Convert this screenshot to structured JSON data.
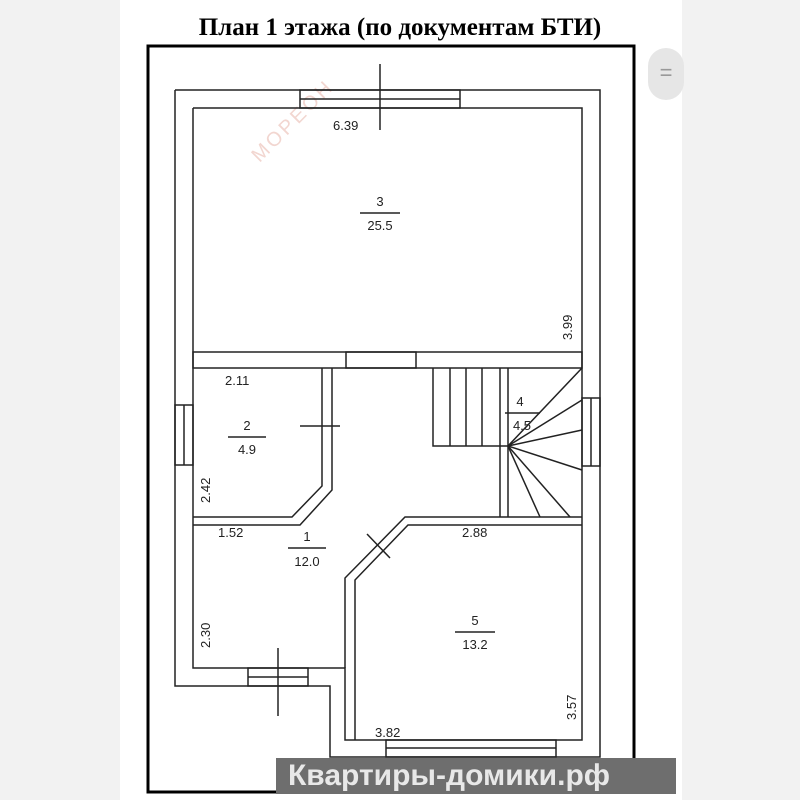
{
  "title": "План 1 этажа (по документам БТИ)",
  "watermark": "МОРЕОН",
  "banner": "Квартиры-домики.рф",
  "menu_icon": "equals-icon",
  "rooms": [
    {
      "number": "3",
      "area": "25.5"
    },
    {
      "number": "2",
      "area": "4.9"
    },
    {
      "number": "4",
      "area": "4.5"
    },
    {
      "number": "1",
      "area": "12.0"
    },
    {
      "number": "5",
      "area": "13.2"
    }
  ],
  "dimensions": [
    "6.39",
    "3.99",
    "2.11",
    "2.42",
    "1.52",
    "2.88",
    "2.30",
    "3.57",
    "3.82"
  ]
}
